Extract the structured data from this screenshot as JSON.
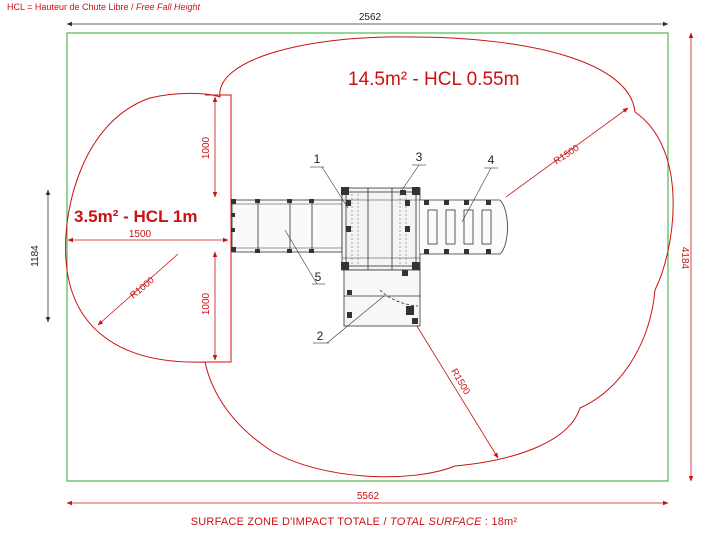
{
  "note": {
    "abbr_def": "HCL = Hauteur de Chute Libre",
    "sep": " / ",
    "english": "Free Fall Height"
  },
  "dimensions": {
    "top_width": "2562",
    "left_height": "1184",
    "right_height": "4184",
    "bottom_width": "5562",
    "upper_1000": "1000",
    "lower_1000": "1000",
    "left_1500": "1500"
  },
  "zones": {
    "large": "14.5m² - HCL 0.55m",
    "small": "3.5m² - HCL 1m"
  },
  "radii": {
    "r1000": "R1000",
    "r1500_upper": "R1500",
    "r1500_lower": "R1500"
  },
  "parts": {
    "p1": "1",
    "p2": "2",
    "p3": "3",
    "p4": "4",
    "p5": "5"
  },
  "caption": {
    "fr": "SURFACE ZONE D'IMPACT TOTALE",
    "sep": " / ",
    "en": "TOTAL SURFACE",
    "value": " : 18m²"
  },
  "colors": {
    "outline": "#cc1111",
    "boundary": "#2ea82e",
    "equipment": "#333333"
  }
}
